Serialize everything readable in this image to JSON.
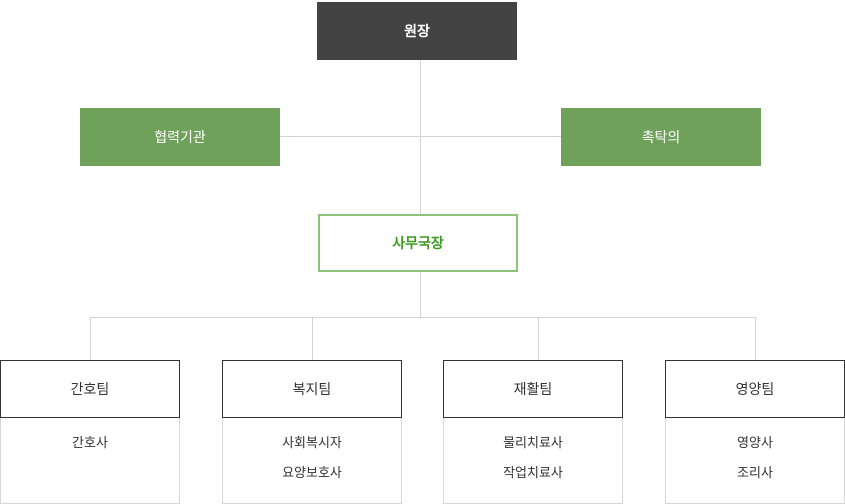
{
  "director": {
    "label": "원장"
  },
  "partner": {
    "label": "협력기관"
  },
  "advisor": {
    "label": "촉탁의"
  },
  "secretary": {
    "label": "사무국장"
  },
  "teams": [
    {
      "name": "간호팀",
      "members": [
        "간호사"
      ]
    },
    {
      "name": "복지팀",
      "members": [
        "사회복시자",
        "요양보호사"
      ]
    },
    {
      "name": "재활팀",
      "members": [
        "물리치료사",
        "작업치료사"
      ]
    },
    {
      "name": "영양팀",
      "members": [
        "영양사",
        "조리사"
      ]
    }
  ],
  "colors": {
    "director_bg": "#434343",
    "green": "#6fa15b",
    "secretary_border": "#8cc37a",
    "secretary_text": "#3c9a20",
    "connector": "#d4d4d4"
  }
}
